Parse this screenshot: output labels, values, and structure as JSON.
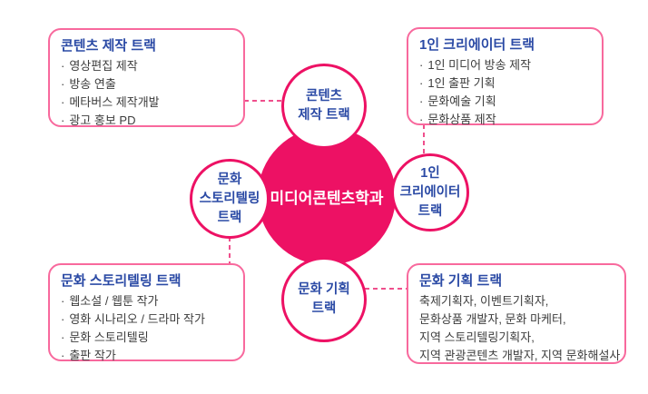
{
  "center": {
    "label": "미디어콘텐츠학과"
  },
  "bullet": "·",
  "colors": {
    "accent_pink": "#ED1164",
    "box_border_pink": "#F8699D",
    "dash_pink": "#EF4F8C",
    "title_blue": "#2B4AA5",
    "body_text": "#3C3C3C",
    "background": "#FFFFFF"
  },
  "tracks": [
    {
      "id": "content-production",
      "circle_lines": [
        "콘텐츠",
        "제작 트랙",
        ""
      ],
      "box": {
        "title": "콘텐츠 제작 트랙",
        "items": [
          "영상편집 제작",
          "방송 연출",
          "메타버스 제작개발",
          "광고 홍보 PD"
        ]
      }
    },
    {
      "id": "one-person-creator",
      "circle_lines": [
        "1인",
        "크리에이터",
        "트랙"
      ],
      "box": {
        "title": "1인 크리에이터 트랙",
        "items": [
          "1인 미디어 방송 제작",
          "1인 출판 기획",
          "문화예술 기획",
          "문화상품 제작"
        ]
      }
    },
    {
      "id": "culture-storytelling",
      "circle_lines": [
        "문화",
        "스토리텔링",
        "트랙"
      ],
      "box": {
        "title": "문화 스토리텔링 트랙",
        "items": [
          "웹소설 / 웹툰 작가",
          "영화 시나리오 / 드라마 작가",
          "문화 스토리텔링",
          "출판 작가"
        ]
      }
    },
    {
      "id": "culture-planning",
      "circle_lines": [
        "문화 기획",
        "트랙",
        ""
      ],
      "box": {
        "title": "문화 기획 트랙",
        "items": [
          "축제기획자, 이벤트기획자,",
          "문화상품 개발자, 문화 마케터,",
          "지역 스토리텔링기획자,",
          "지역 관광콘텐츠 개발자, 지역 문화해설사"
        ]
      }
    }
  ]
}
